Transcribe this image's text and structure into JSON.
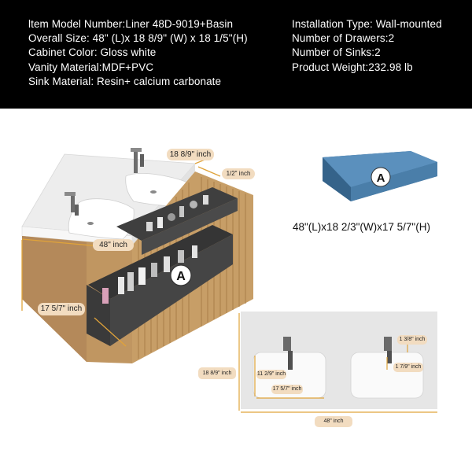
{
  "specs": {
    "left": [
      "ltem Model Number:Liner 48D-9019+Basin",
      "Overall Size: 48\" (L)x 18 8/9\" (W) x 18 1/5\"(H)",
      "Cabinet Color: Gloss white",
      "Vanity Material:MDF+PVC",
      "Sink Material: Resin+ calcium carbonate"
    ],
    "right": [
      "Installation Type: Wall-mounted",
      "Number of Drawers:2",
      "Number of Sinks:2",
      "Product Weight:232.98 lb"
    ]
  },
  "vanity_labels": {
    "depth_top": "18 8/9\" inch",
    "thickness": "1/2\" inch",
    "width": "48\" inch",
    "height_side": "17 5/7\" inch",
    "marker": "A"
  },
  "basin_a": {
    "marker": "A",
    "dimensions": "48\"(L)x18 2/3\"(W)x17 5/7\"(H)"
  },
  "top_view_labels": {
    "depth": "18 8/9\"  inch",
    "faucet_offset": "1 3/8\" inch",
    "bowl_depth": "1 7/9\" inch",
    "bowl_width": "11 2/9\" inch",
    "bowl_length": "17 5/7\" inch",
    "width": "48\" inch"
  },
  "colors": {
    "header_bg": "#000000",
    "label_bg": "#f2dcc0",
    "accent_line": "#e0a33a",
    "basin_blue": "#4f84b0",
    "wood": "#b8894f"
  }
}
